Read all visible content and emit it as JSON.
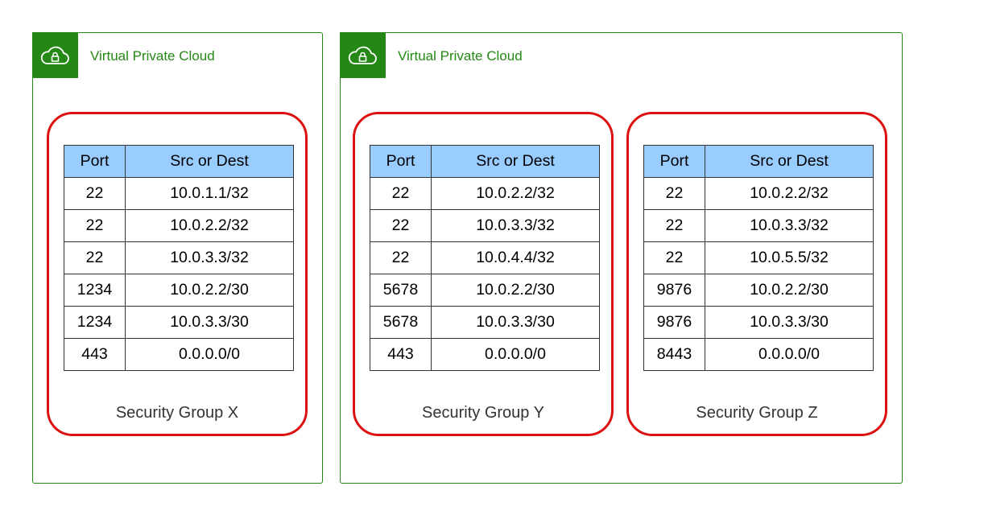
{
  "colors": {
    "vpc_green": "#248814",
    "security_group_red": "#dd1111",
    "table_header_blue": "#99ccff"
  },
  "vpcs": [
    {
      "title": "Virtual Private Cloud",
      "icon": "cloud-lock-icon"
    },
    {
      "title": "Virtual Private Cloud",
      "icon": "cloud-lock-icon"
    }
  ],
  "security_groups": [
    {
      "label": "Security Group X",
      "columns": [
        "Port",
        "Src or Dest"
      ],
      "rules": [
        [
          "22",
          "10.0.1.1/32"
        ],
        [
          "22",
          "10.0.2.2/32"
        ],
        [
          "22",
          "10.0.3.3/32"
        ],
        [
          "1234",
          "10.0.2.2/30"
        ],
        [
          "1234",
          "10.0.3.3/30"
        ],
        [
          "443",
          "0.0.0.0/0"
        ]
      ]
    },
    {
      "label": "Security Group Y",
      "columns": [
        "Port",
        "Src or Dest"
      ],
      "rules": [
        [
          "22",
          "10.0.2.2/32"
        ],
        [
          "22",
          "10.0.3.3/32"
        ],
        [
          "22",
          "10.0.4.4/32"
        ],
        [
          "5678",
          "10.0.2.2/30"
        ],
        [
          "5678",
          "10.0.3.3/30"
        ],
        [
          "443",
          "0.0.0.0/0"
        ]
      ]
    },
    {
      "label": "Security Group Z",
      "columns": [
        "Port",
        "Src or Dest"
      ],
      "rules": [
        [
          "22",
          "10.0.2.2/32"
        ],
        [
          "22",
          "10.0.3.3/32"
        ],
        [
          "22",
          "10.0.5.5/32"
        ],
        [
          "9876",
          "10.0.2.2/30"
        ],
        [
          "9876",
          "10.0.3.3/30"
        ],
        [
          "8443",
          "0.0.0.0/0"
        ]
      ]
    }
  ]
}
